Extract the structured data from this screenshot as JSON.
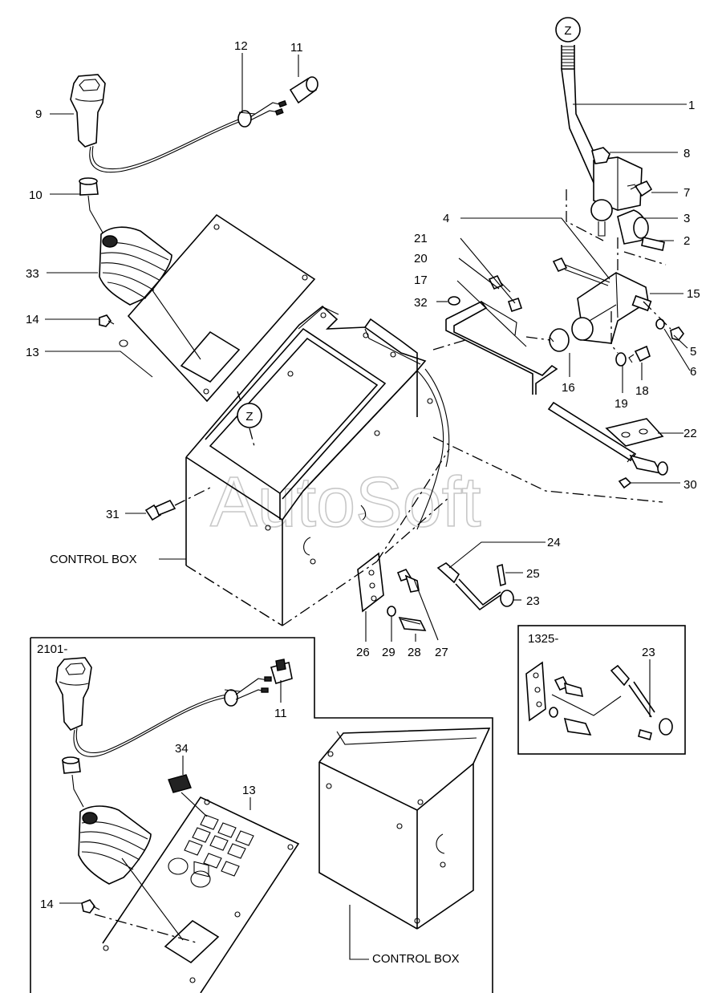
{
  "watermark": "AutoSoft",
  "view_marker": "Z",
  "variant_boxes": {
    "lower_left": "2101-",
    "right": "1325-"
  },
  "control_box_labels": [
    "CONTROL BOX",
    "CONTROL BOX"
  ],
  "callouts": {
    "p1": "1",
    "p2": "2",
    "p3": "3",
    "p4": "4",
    "p5": "5",
    "p6": "6",
    "p7": "7",
    "p8": "8",
    "p9": "9",
    "p10": "10",
    "p11": "11",
    "p12": "12",
    "p13": "13",
    "p14": "14",
    "p15": "15",
    "p16": "16",
    "p17": "17",
    "p18": "18",
    "p19": "19",
    "p20": "20",
    "p21": "21",
    "p22": "22",
    "p23": "23",
    "p24": "24",
    "p25": "25",
    "p26": "26",
    "p27": "27",
    "p28": "28",
    "p29": "29",
    "p30": "30",
    "p31": "31",
    "p32": "32",
    "p33": "33",
    "p34": "34",
    "b11": "11",
    "b13": "13",
    "b14": "14",
    "b23": "23"
  },
  "colors": {
    "line": "#000000",
    "background": "#ffffff",
    "watermark_outline": "#c8c8c8"
  }
}
